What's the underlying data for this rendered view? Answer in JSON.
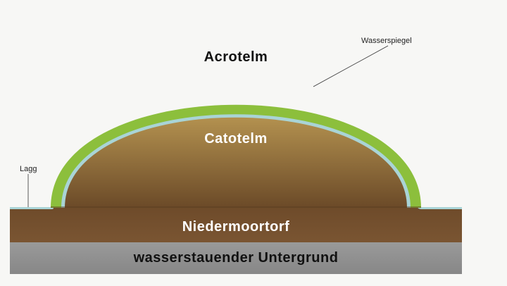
{
  "labels": {
    "acrotelm": "Acrotelm",
    "catotelm": "Catotelm",
    "niedermoortorf": "Niedermoortorf",
    "untergrund": "wasserstauender Untergrund",
    "wasserspiegel": "Wasserspiegel",
    "lagg": "Lagg"
  },
  "colors": {
    "acrotelm": "#8cbf3c",
    "water_line": "#a9d4d6",
    "catotelm_top": "#b3914f",
    "catotelm_bottom": "#6b4a28",
    "niedermoortorf": "#75502d",
    "untergrund": "#8e8e8e",
    "label_light": "#ffffff",
    "label_dark": "#111111"
  }
}
